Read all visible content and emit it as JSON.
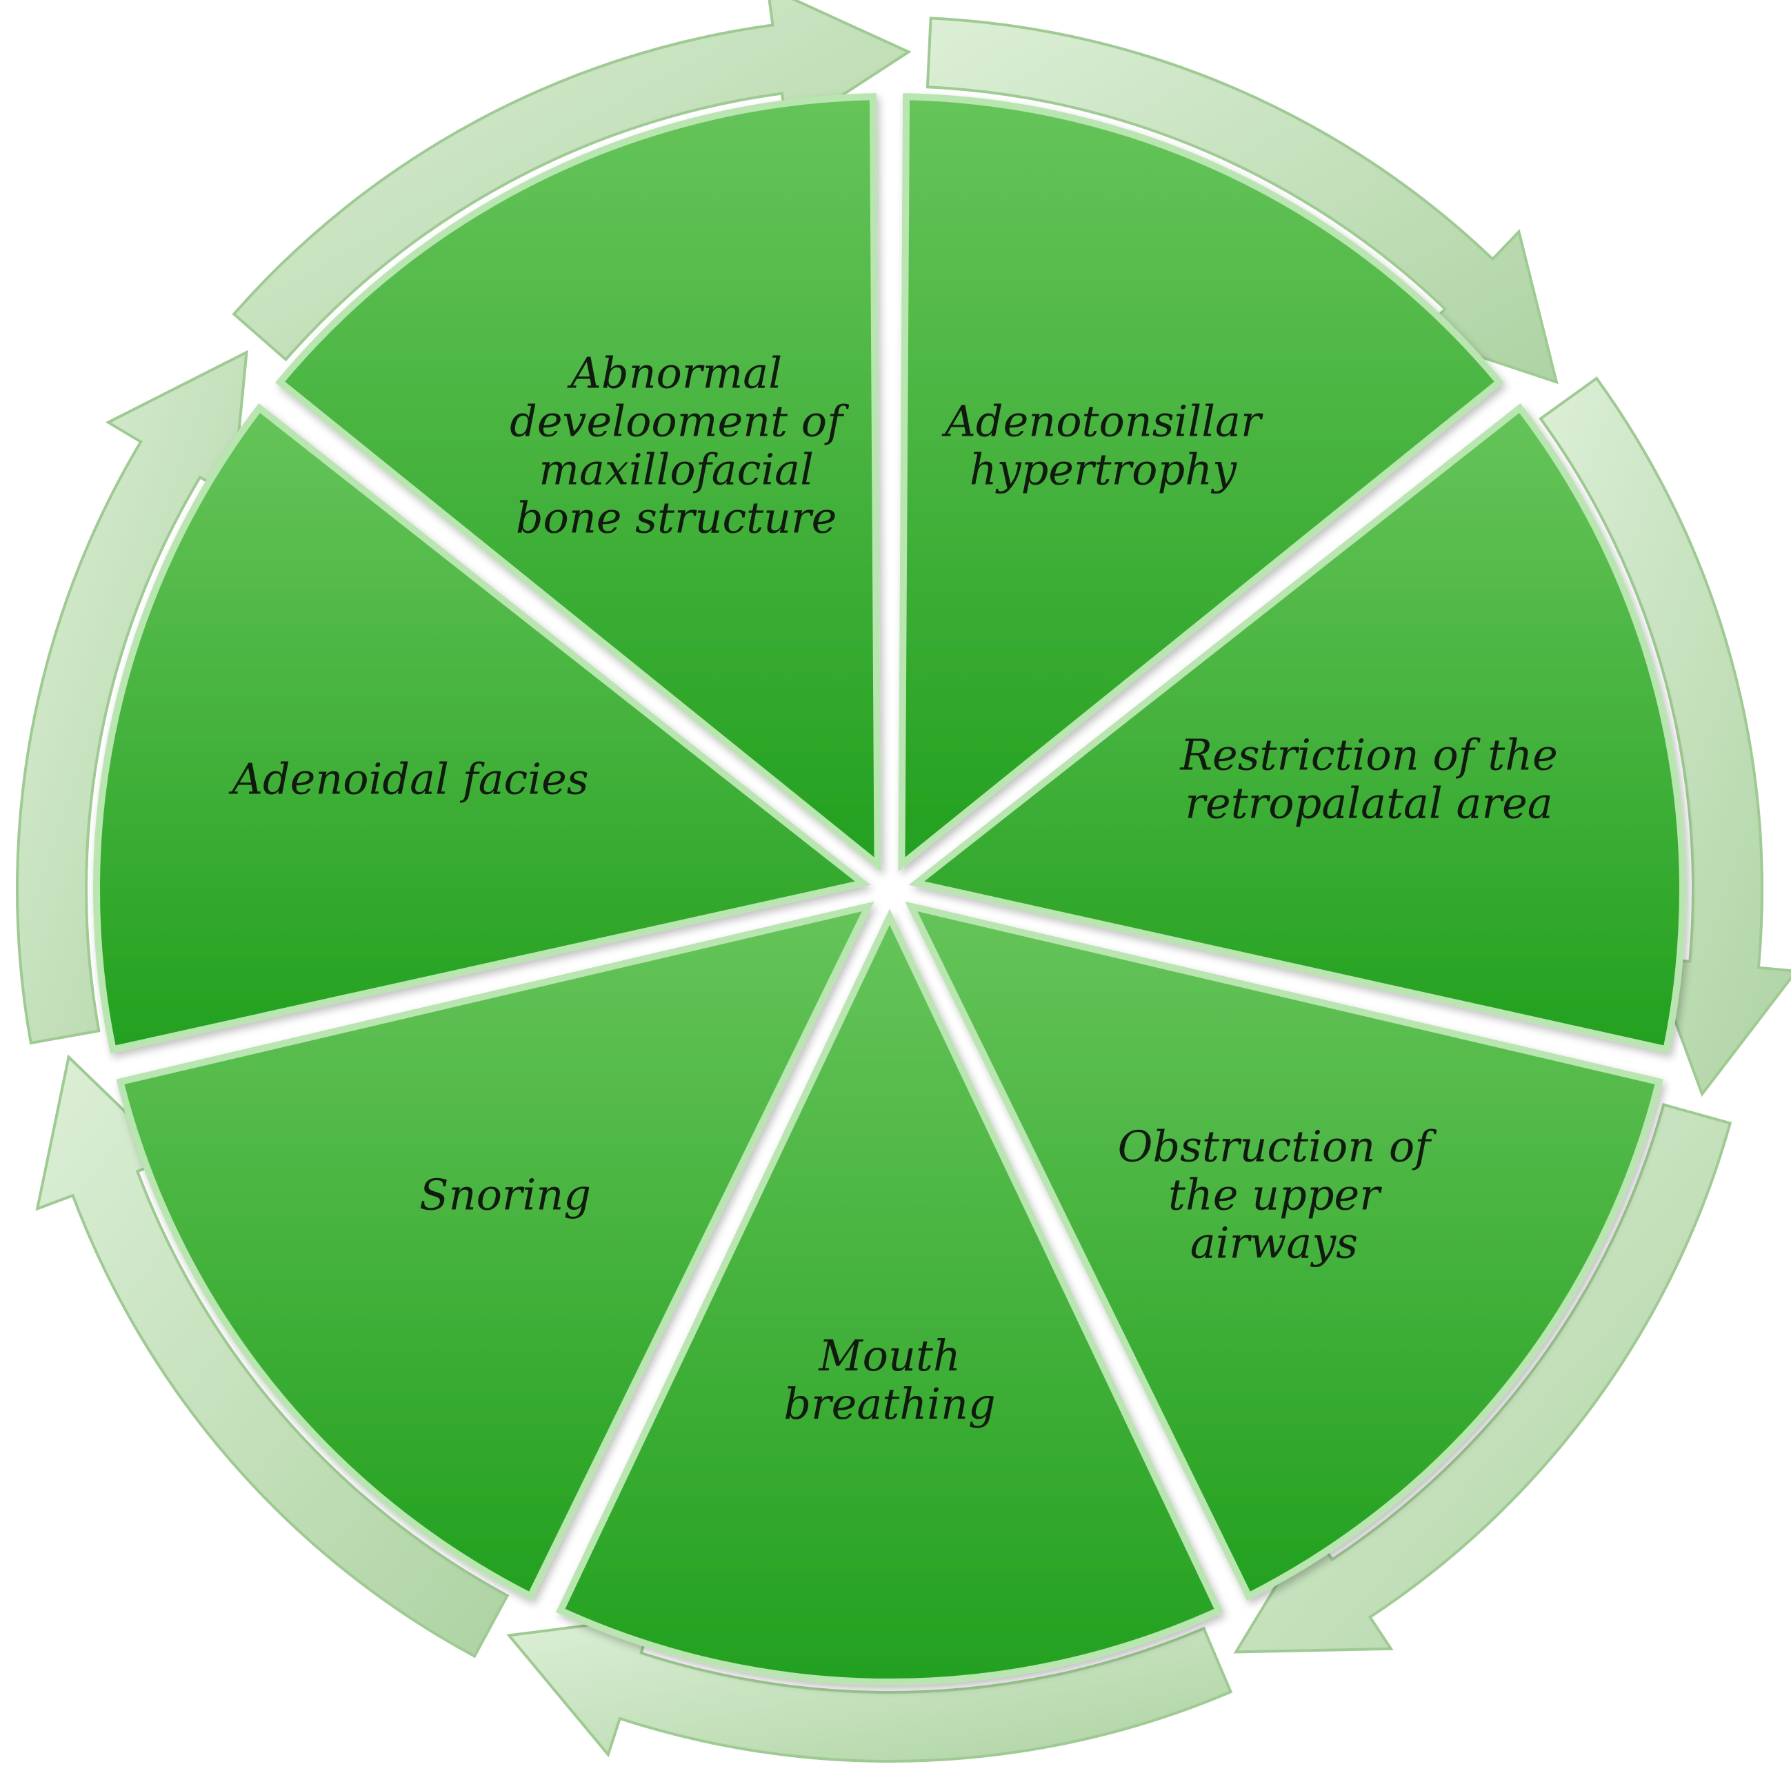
{
  "diagram": {
    "type": "cycle",
    "segments": [
      {
        "id": "adenotonsillar-hypertrophy",
        "lines": [
          "Adenotonsillar",
          "hypertrophy"
        ]
      },
      {
        "id": "restriction-retropalatal",
        "lines": [
          "Restriction of the",
          "retropalatal area"
        ]
      },
      {
        "id": "obstruction-upper-airways",
        "lines": [
          "Obstruction of",
          "the upper",
          "airways"
        ]
      },
      {
        "id": "mouth-breathing",
        "lines": [
          "Mouth",
          "breathing"
        ]
      },
      {
        "id": "snoring",
        "lines": [
          "Snoring"
        ]
      },
      {
        "id": "adenoidal-facies",
        "lines": [
          "Adenoidal facies"
        ]
      },
      {
        "id": "abnormal-development",
        "lines": [
          "Abnormal",
          "develooment of",
          "maxillofacial",
          "bone structure"
        ]
      }
    ]
  },
  "colors": {
    "segment_light": "#66c45a",
    "segment_dark": "#23a01f",
    "arrow_light": "#dcefd6",
    "arrow_dark": "#aed3a3",
    "label_text": "#111a0e",
    "background": "#ffffff"
  }
}
